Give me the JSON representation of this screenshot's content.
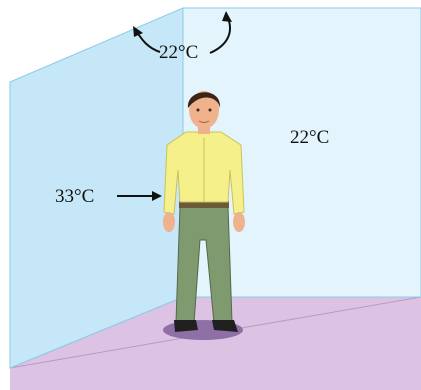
{
  "labels": {
    "ceiling_air_temp": "22°C",
    "room_wall_temp": "22°C",
    "skin_temp": "33°C"
  },
  "colors": {
    "left_wall": "#c6e7f8",
    "back_wall": "#e3f4fd",
    "floor": "#dcc3e4",
    "wall_edge": "#8ccbea",
    "shirt": "#f5f08a",
    "pants": "#7f9a6e",
    "skin": "#f0b28c",
    "hair": "#3a2518",
    "shadow": "#8e6fa6",
    "arrow": "#111111"
  }
}
